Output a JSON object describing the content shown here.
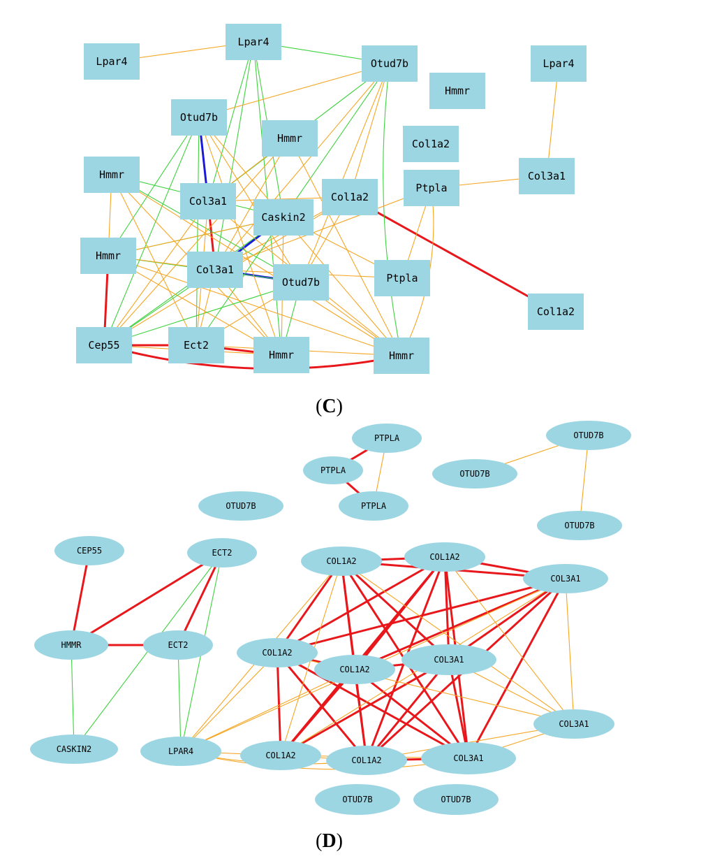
{
  "panels": [
    {
      "id": "C",
      "label_open": "(",
      "label_letter": "C",
      "label_close": ")"
    },
    {
      "id": "D",
      "label_open": "(",
      "label_letter": "D",
      "label_close": ")"
    }
  ],
  "colors": {
    "node": "#9dd6e3",
    "orange": "#f5a623",
    "green": "#3ed23e",
    "red": "#e8171b",
    "blue": "#1a1ad8"
  },
  "c_nodes": [
    {
      "id": "c1",
      "label": "Lpar4"
    },
    {
      "id": "c2",
      "label": "Lpar4"
    },
    {
      "id": "c3",
      "label": "Otud7b"
    },
    {
      "id": "c4",
      "label": "Hmmr"
    },
    {
      "id": "c5",
      "label": "Lpar4"
    },
    {
      "id": "c6",
      "label": "Otud7b"
    },
    {
      "id": "c7",
      "label": "Hmmr"
    },
    {
      "id": "c8",
      "label": "Col1a2"
    },
    {
      "id": "c9",
      "label": "Hmmr"
    },
    {
      "id": "c10",
      "label": "Col3a1"
    },
    {
      "id": "c11",
      "label": "Col1a2"
    },
    {
      "id": "c12",
      "label": "Ptpla"
    },
    {
      "id": "c13",
      "label": "Col3a1"
    },
    {
      "id": "c14",
      "label": "Caskin2"
    },
    {
      "id": "c15",
      "label": "Hmmr"
    },
    {
      "id": "c16",
      "label": "Col3a1"
    },
    {
      "id": "c17",
      "label": "Otud7b"
    },
    {
      "id": "c18",
      "label": "Ptpla"
    },
    {
      "id": "c19",
      "label": "Col1a2"
    },
    {
      "id": "c20",
      "label": "Cep55"
    },
    {
      "id": "c21",
      "label": "Ect2"
    },
    {
      "id": "c22",
      "label": "Hmmr"
    },
    {
      "id": "c23",
      "label": "Hmmr"
    }
  ],
  "d_nodes": [
    {
      "id": "d1",
      "label": "PTPLA"
    },
    {
      "id": "d2",
      "label": "PTPLA"
    },
    {
      "id": "d3",
      "label": "PTPLA"
    },
    {
      "id": "d4",
      "label": "OTUD7B"
    },
    {
      "id": "d5",
      "label": "OTUD7B"
    },
    {
      "id": "d6",
      "label": "OTUD7B"
    },
    {
      "id": "d7",
      "label": "OTUD7B"
    },
    {
      "id": "d8",
      "label": "CEP55"
    },
    {
      "id": "d9",
      "label": "ECT2"
    },
    {
      "id": "d10",
      "label": "HMMR"
    },
    {
      "id": "d11",
      "label": "ECT2"
    },
    {
      "id": "d12",
      "label": "CASKIN2"
    },
    {
      "id": "d13",
      "label": "LPAR4"
    },
    {
      "id": "d14",
      "label": "COL1A2"
    },
    {
      "id": "d15",
      "label": "COL1A2"
    },
    {
      "id": "d16",
      "label": "COL3A1"
    },
    {
      "id": "d17",
      "label": "COL1A2"
    },
    {
      "id": "d18",
      "label": "COL1A2"
    },
    {
      "id": "d19",
      "label": "COL3A1"
    },
    {
      "id": "d20",
      "label": "COL3A1"
    },
    {
      "id": "d21",
      "label": "COL1A2"
    },
    {
      "id": "d22",
      "label": "COL1A2"
    },
    {
      "id": "d23",
      "label": "COL3A1"
    },
    {
      "id": "d24",
      "label": "OTUD7B"
    },
    {
      "id": "d25",
      "label": "OTUD7B"
    }
  ]
}
